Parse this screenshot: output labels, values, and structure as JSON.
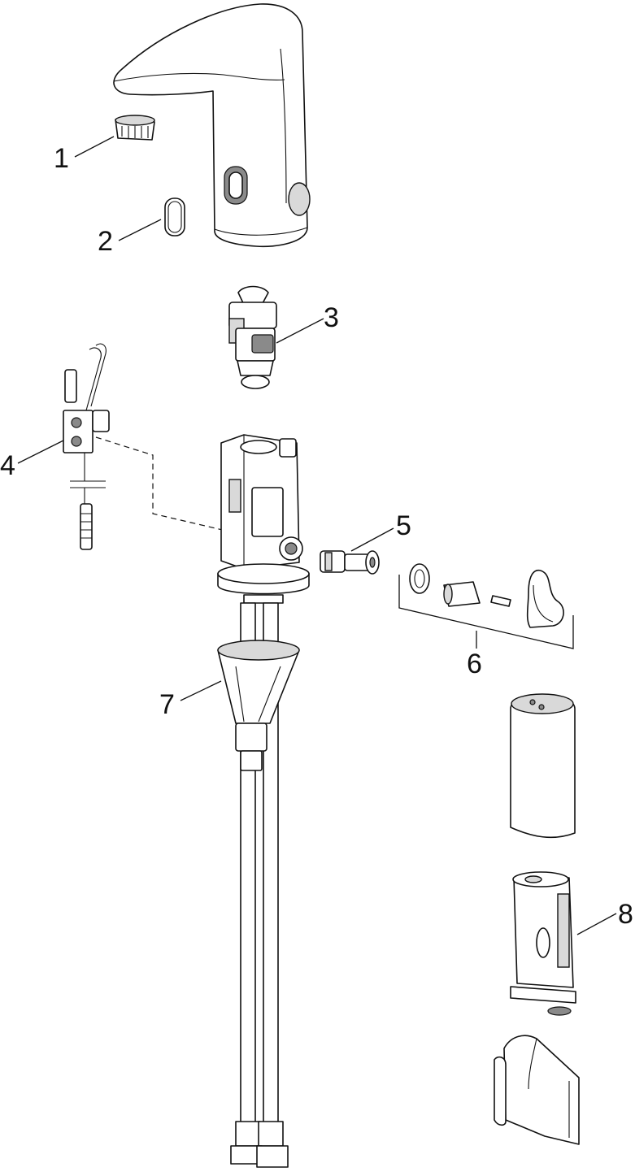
{
  "callouts": [
    {
      "id": "1",
      "label": "1",
      "target": "aerator"
    },
    {
      "id": "2",
      "label": "2",
      "target": "sensor-window"
    },
    {
      "id": "3",
      "label": "3",
      "target": "solenoid-valve"
    },
    {
      "id": "4",
      "label": "4",
      "target": "electrical-connector"
    },
    {
      "id": "5",
      "label": "5",
      "target": "cartridge-insert"
    },
    {
      "id": "6",
      "label": "6",
      "target": "handle-kit"
    },
    {
      "id": "7",
      "label": "7",
      "target": "mounting-set"
    },
    {
      "id": "8",
      "label": "8",
      "target": "battery-box"
    }
  ],
  "colors": {
    "line": "#111111",
    "fill": "#ffffff",
    "shade": "#d9d9d9",
    "dark": "#8a8a8a"
  }
}
